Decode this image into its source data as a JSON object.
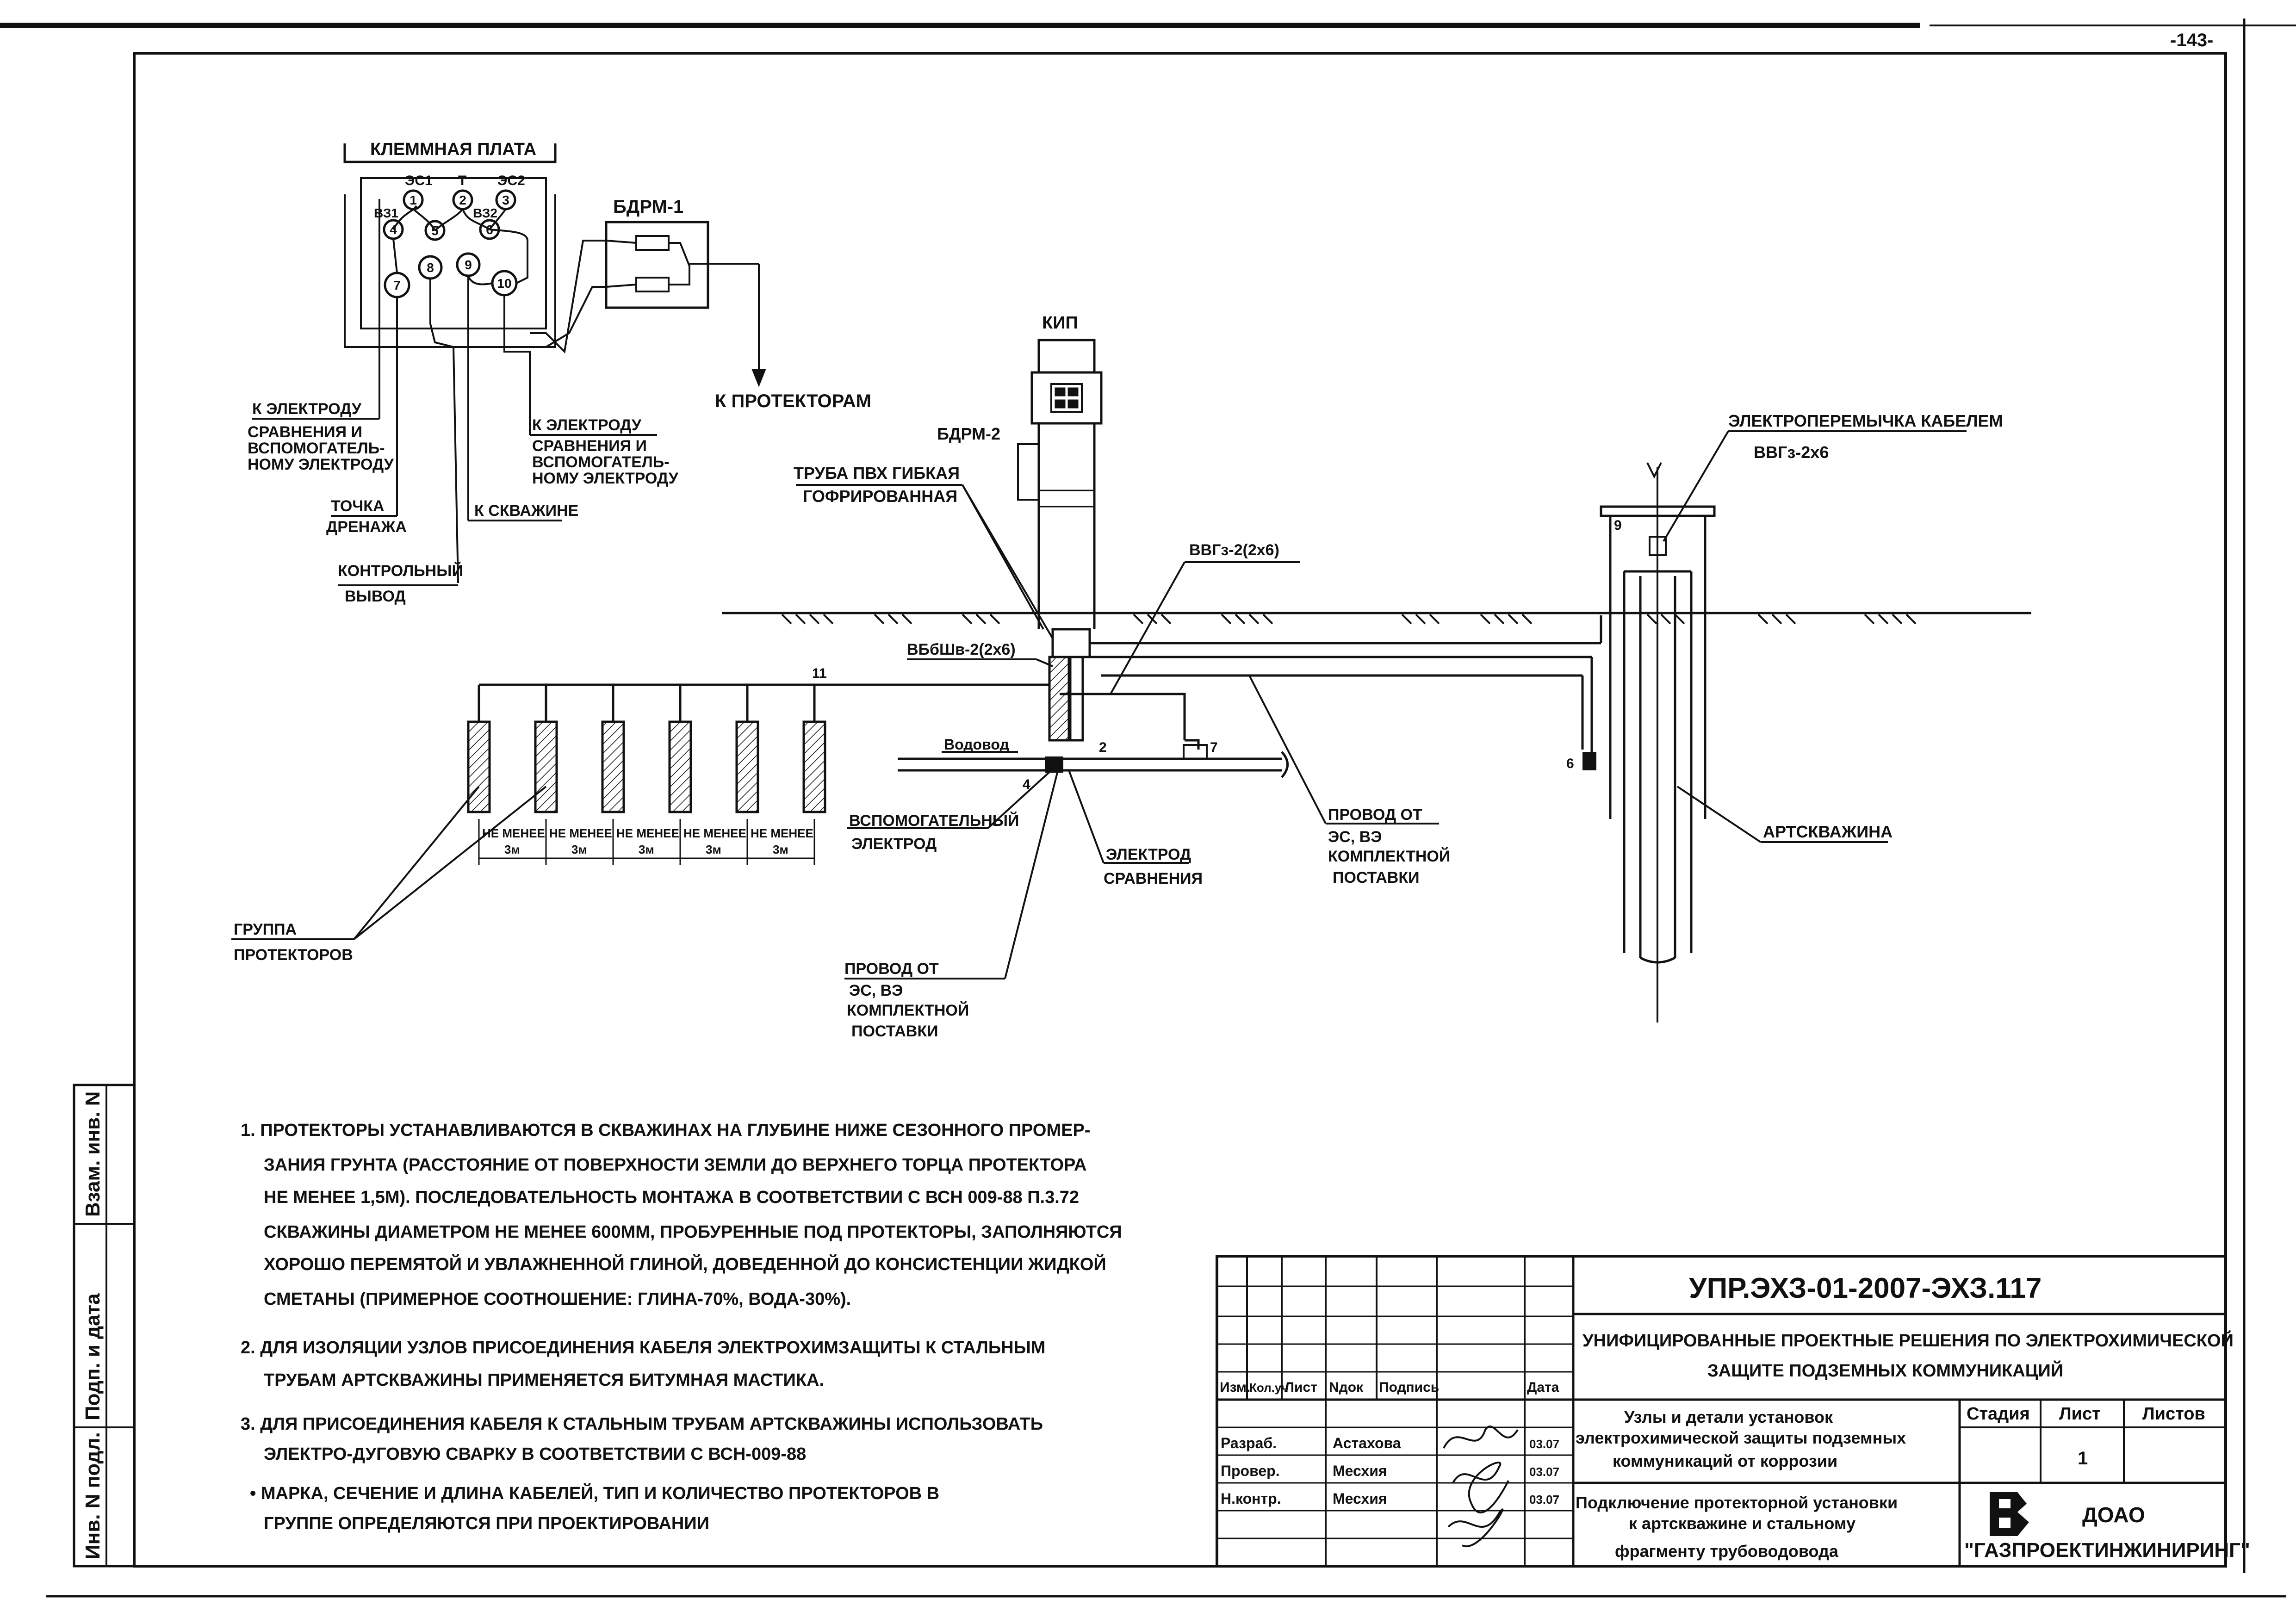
{
  "sheet": {
    "page_number": "-143-",
    "stamp_side": {
      "inv_podl": "Инв. N подл.",
      "podp_data": "Подп. и дата",
      "vzam_inv": "Взам. инв. N"
    }
  },
  "terminal_board": {
    "title": "КЛЕММНАЯ ПЛАТА",
    "labels": {
      "ec1": "ЭС1",
      "t": "Т",
      "ec2": "ЭС2",
      "vz1": "ВЗ1",
      "vz2": "ВЗ2"
    },
    "terminals": [
      "1",
      "2",
      "3",
      "4",
      "5",
      "6",
      "7",
      "8",
      "9",
      "10"
    ]
  },
  "bdrm1": {
    "label": "БДРМ-1"
  },
  "diagram_labels": {
    "to_protectors": "К ПРОТЕКТОРАМ",
    "to_electrode_left_1": "К ЭЛЕКТРОДУ",
    "to_electrode_left_2": "СРАВНЕНИЯ И",
    "to_electrode_left_3": "ВСПОМОГАТЕЛЬ-",
    "to_electrode_left_4": "НОМУ ЭЛЕКТРОДУ",
    "to_electrode_right_1": "К ЭЛЕКТРОДУ",
    "to_electrode_right_2": "СРАВНЕНИЯ И",
    "to_electrode_right_3": "ВСПОМОГАТЕЛЬ-",
    "to_electrode_right_4": "НОМУ ЭЛЕКТРОДУ",
    "drain_point_1": "ТОЧКА",
    "drain_point_2": "ДРЕНАЖА",
    "to_well": "К СКВАЖИНЕ",
    "control_output_1": "КОНТРОЛЬНЫЙ",
    "control_output_2": "ВЫВОД",
    "kip": "КИП",
    "bdrm2": "БДРМ-2",
    "pvc_pipe_1": "ТРУБА ПВХ ГИБКАЯ",
    "pvc_pipe_2": "ГОФРИРОВАННАЯ",
    "vvg_2x6": "ВВГз-2(2х6)",
    "vbbshv": "ВБбШв-2(2х6)",
    "water_pipe": "Водовод",
    "aux_electrode_1": "ВСПОМОГАТЕЛЬНЫЙ",
    "aux_electrode_2": "ЭЛЕКТРОД",
    "ref_electrode_1": "ЭЛЕКТРОД",
    "ref_electrode_2": "СРАВНЕНИЯ",
    "wire_mid_1": "ПРОВОД ОТ",
    "wire_mid_2": "ЭС, ВЭ",
    "wire_mid_3": "КОМПЛЕКТНОЙ",
    "wire_mid_4": "ПОСТАВКИ",
    "wire_bottom_1": "ПРОВОД ОТ",
    "wire_bottom_2": "ЭС, ВЭ",
    "wire_bottom_3": "КОМПЛЕКТНОЙ",
    "wire_bottom_4": "ПОСТАВКИ",
    "protector_group_1": "ГРУППА",
    "protector_group_2": "ПРОТЕКТОРОВ",
    "min_distance_1": "НЕ МЕНЕЕ",
    "min_distance_2": "3м",
    "jumper_1": "ЭЛЕКТРОПЕРЕМЫЧКА КАБЕЛЕМ",
    "jumper_2": "ВВГз-2х6",
    "artesian_well": "АРТСКВАЖИНА",
    "pos_2": "2",
    "pos_4": "4",
    "pos_6": "6",
    "pos_7": "7",
    "pos_9": "9",
    "pos_11": "11"
  },
  "notes": [
    "1. ПРОТЕКТОРЫ УСТАНАВЛИВАЮТСЯ В СКВАЖИНАХ НА ГЛУБИНЕ НИЖЕ СЕЗОННОГО ПРОМЕР-",
    "ЗАНИЯ ГРУНТА (РАССТОЯНИЕ ОТ ПОВЕРХНОСТИ ЗЕМЛИ ДО ВЕРХНЕГО ТОРЦА ПРОТЕКТОРА",
    "НЕ МЕНЕЕ 1,5М). ПОСЛЕДОВАТЕЛЬНОСТЬ МОНТАЖА В СООТВЕТСТВИИ С ВСН 009-88 П.3.72",
    "СКВАЖИНЫ ДИАМЕТРОМ НЕ МЕНЕЕ 600ММ, ПРОБУРЕННЫЕ ПОД ПРОТЕКТОРЫ, ЗАПОЛНЯЮТСЯ",
    "ХОРОШО ПЕРЕМЯТОЙ И УВЛАЖНЕННОЙ ГЛИНОЙ, ДОВЕДЕННОЙ ДО КОНСИСТЕНЦИИ ЖИДКОЙ",
    "СМЕТАНЫ (ПРИМЕРНОЕ СООТНОШЕНИЕ: ГЛИНА-70%, ВОДА-30%).",
    "2. ДЛЯ ИЗОЛЯЦИИ УЗЛОВ ПРИСОЕДИНЕНИЯ КАБЕЛЯ ЭЛЕКТРОХИМЗАЩИТЫ К СТАЛЬНЫМ",
    "ТРУБАМ АРТСКВАЖИНЫ ПРИМЕНЯЕТСЯ БИТУМНАЯ МАСТИКА.",
    "3. ДЛЯ ПРИСОЕДИНЕНИЯ КАБЕЛЯ К СТАЛЬНЫМ ТРУБАМ АРТСКВАЖИНЫ ИСПОЛЬЗОВАТЬ",
    "ЭЛЕКТРО-ДУГОВУЮ СВАРКУ В СООТВЕТСТВИИ С ВСН-009-88",
    "• МАРКА, СЕЧЕНИЕ И ДЛИНА КАБЕЛЕЙ, ТИП И КОЛИЧЕСТВО ПРОТЕКТОРОВ В",
    "ГРУППЕ ОПРЕДЕЛЯЮТСЯ ПРИ ПРОЕКТИРОВАНИИ"
  ],
  "title_block": {
    "doc_code": "УПР.ЭХЗ-01-2007-ЭХЗ.117",
    "project_1": "УНИФИЦИРОВАННЫЕ ПРОЕКТНЫЕ РЕШЕНИЯ ПО ЭЛЕКТРОХИМИЧЕСКОЙ",
    "project_2": "ЗАЩИТЕ ПОДЗЕМНЫХ КОММУНИКАЦИЙ",
    "col_izm": "Изм.",
    "col_kol": "Кол.уч",
    "col_list": "Лист",
    "col_ndok": "Nдок",
    "col_podpis": "Подпись",
    "col_data": "Дата",
    "role_razrab": "Разраб.",
    "role_prover": "Провер.",
    "role_nkontr": "Н.контр.",
    "name_razrab": "Астахова",
    "name_prover": "Месхия",
    "name_nkontr": "Месхия",
    "date_razrab": "03.07",
    "date_prover": "03.07",
    "date_nkontr": "03.07",
    "title_1": "Узлы и детали установок",
    "title_2": "электрохимической защиты подземных",
    "title_3": "коммуникаций от коррозии",
    "sub_1": "Подключение протекторной установки",
    "sub_2": "к артскважине и стальному",
    "sub_3": "фрагменту трубоводовода",
    "stage_label": "Стадия",
    "sheet_label": "Лист",
    "sheets_label": "Листов",
    "sheet_value": "1",
    "org_1": "ДОАО",
    "org_2": "\"ГАЗПРОЕКТИНЖИНИРИНГ\""
  }
}
